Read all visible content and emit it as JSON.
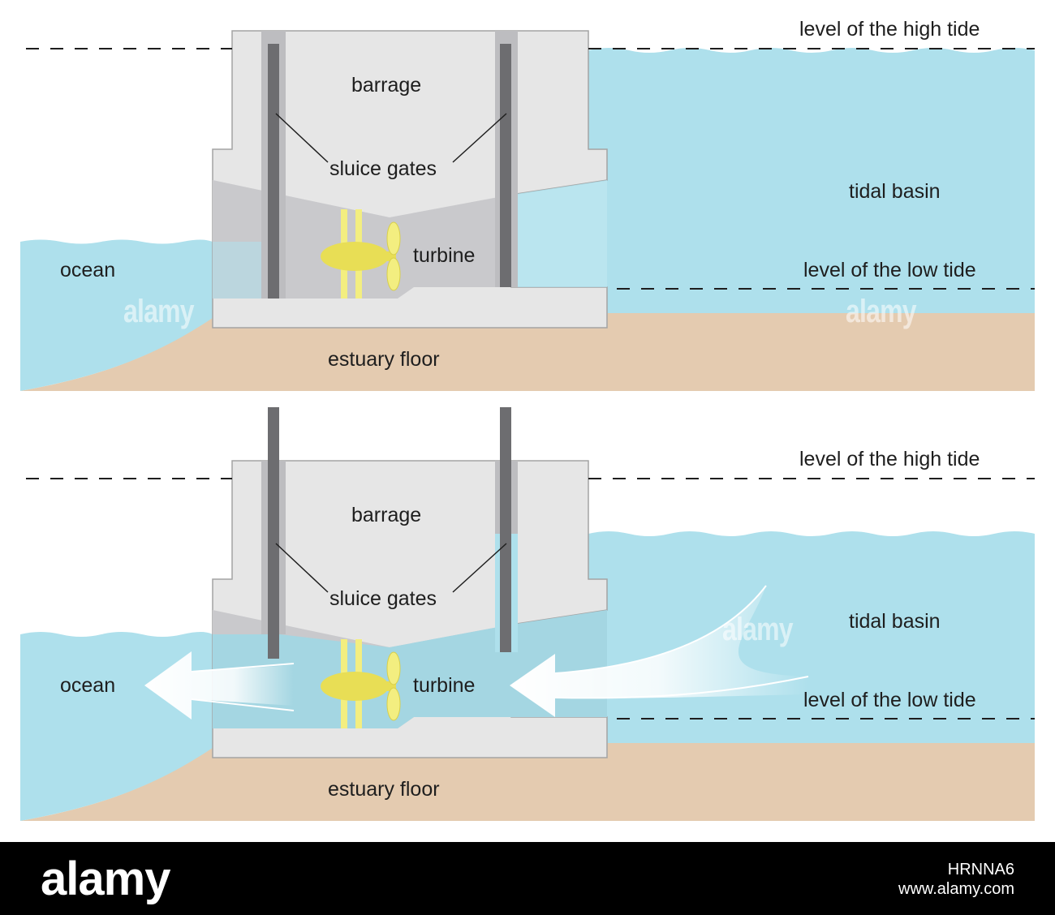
{
  "panels": [
    {
      "id": "high-tide-panel",
      "labels": {
        "high_tide": "level of the high tide",
        "barrage": "barrage",
        "sluice_gates": "sluice gates",
        "tidal_basin": "tidal basin",
        "ocean": "ocean",
        "turbine": "turbine",
        "low_tide": "level of the low tide",
        "estuary_floor": "estuary floor"
      }
    },
    {
      "id": "low-tide-panel",
      "labels": {
        "high_tide": "level of the high tide",
        "barrage": "barrage",
        "sluice_gates": "sluice gates",
        "tidal_basin": "tidal basin",
        "ocean": "ocean",
        "turbine": "turbine",
        "low_tide": "level of the low tide",
        "estuary_floor": "estuary floor"
      }
    }
  ],
  "watermark": "alamy",
  "footer": {
    "brand": "alamy",
    "image_code": "HRNNA6",
    "site": "www.alamy.com"
  },
  "colors": {
    "water": "#aee0ec",
    "floor": "#e4cbb0",
    "barrage": "#e6e6e6",
    "gate": "#6d6d70",
    "turbine": "#f3ee80"
  }
}
